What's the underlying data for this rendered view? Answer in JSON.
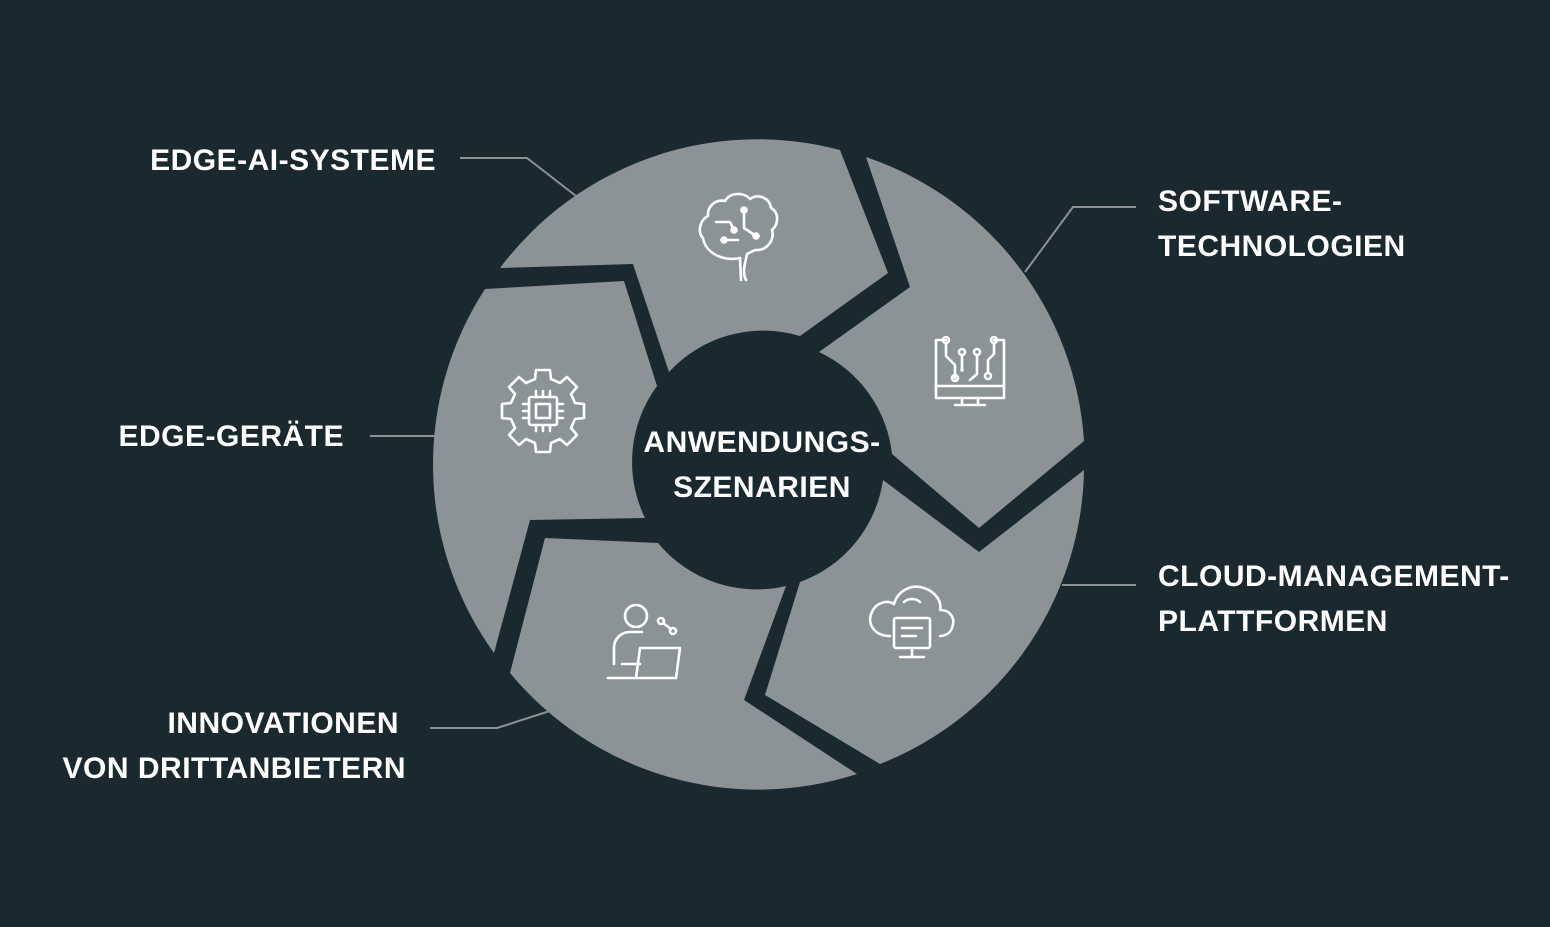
{
  "center": {
    "line1": "ANWENDUNGS-",
    "line2": "SZENARIEN"
  },
  "segments": [
    {
      "lines": [
        "EDGE-AI-SYSTEME"
      ],
      "icon": "brain-icon"
    },
    {
      "lines": [
        "SOFTWARE-",
        "TECHNOLOGIEN"
      ],
      "icon": "circuit-monitor-icon"
    },
    {
      "lines": [
        "CLOUD-MANAGEMENT-",
        "PLATTFORMEN"
      ],
      "icon": "cloud-server-icon"
    },
    {
      "lines": [
        "INNOVATIONEN",
        "VON DRITTANBIETERN"
      ],
      "icon": "person-laptop-icon"
    },
    {
      "lines": [
        "EDGE-GERÄTE"
      ],
      "icon": "gear-chip-icon"
    }
  ],
  "colors": {
    "background": "#1a2930",
    "segment": "#8b9396",
    "text": "#ffffff",
    "leader": "#8a9296"
  }
}
